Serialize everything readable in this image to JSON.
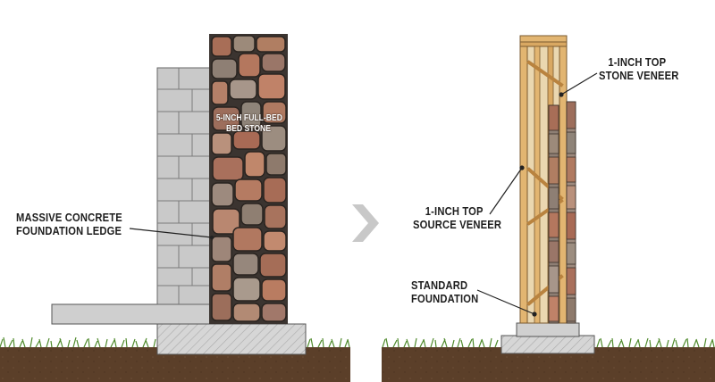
{
  "left_diagram": {
    "stone_label_line1": "5-INCH FULL-BED",
    "stone_label_line2": "BED STONE",
    "ledge_label_line1": "MASSIVE CONCRETE",
    "ledge_label_line2": "FOUNDATION LEDGE"
  },
  "right_diagram": {
    "top_veneer_line1": "1-INCH TOP",
    "top_veneer_line2": "STONE VENEER",
    "source_veneer_line1": "1-INCH TOP",
    "source_veneer_line2": "SOURCE VENEER",
    "foundation_line1": "STANDARD",
    "foundation_line2": "FOUNDATION"
  },
  "icons": {
    "transition": "chevron-right-icon"
  },
  "colors": {
    "soil": "#5a3e28",
    "grass": "#4f8a2c",
    "concrete": "#cfcfcf",
    "block": "#c9c9c9",
    "lumber": "#e2b571",
    "sheathing": "#ead7b0",
    "chevron": "#c8c8c8"
  }
}
